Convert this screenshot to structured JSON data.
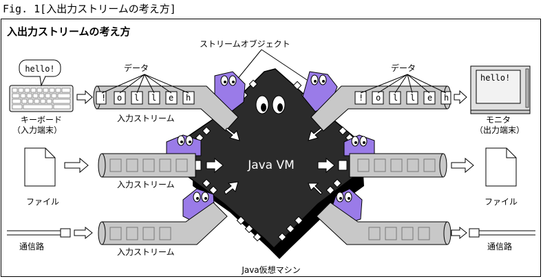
{
  "caption": "Fig. 1[入出力ストリームの考え方]",
  "title": "入出力ストリームの考え方",
  "stream_object_label": "ストリームオブジェクト",
  "vm_label": "Java VM",
  "vm_caption": "Java仮想マシン",
  "left": {
    "data_label": "データ",
    "keyboard_bubble": "hello!",
    "keyboard_label_1": "キーボード",
    "keyboard_label_2": "（入力端末）",
    "file_label": "ファイル",
    "network_label": "通信路",
    "stream_labels": [
      "入力ストリーム",
      "入力ストリーム",
      "入力ストリーム"
    ],
    "chars": [
      "!",
      "o",
      "l",
      "l",
      "e",
      "h"
    ]
  },
  "right": {
    "data_label": "データ",
    "monitor_text": "hello!",
    "monitor_label_1": "モニタ",
    "monitor_label_2": "（出力端末）",
    "file_label": "ファイル",
    "network_label": "通信路",
    "chars": [
      "!",
      "o",
      "l",
      "l",
      "e",
      "h"
    ]
  },
  "colors": {
    "vm": "#2b2b2b",
    "stream": "#c8c8c8",
    "creature": "#9a7be8",
    "ink": "#000000"
  }
}
